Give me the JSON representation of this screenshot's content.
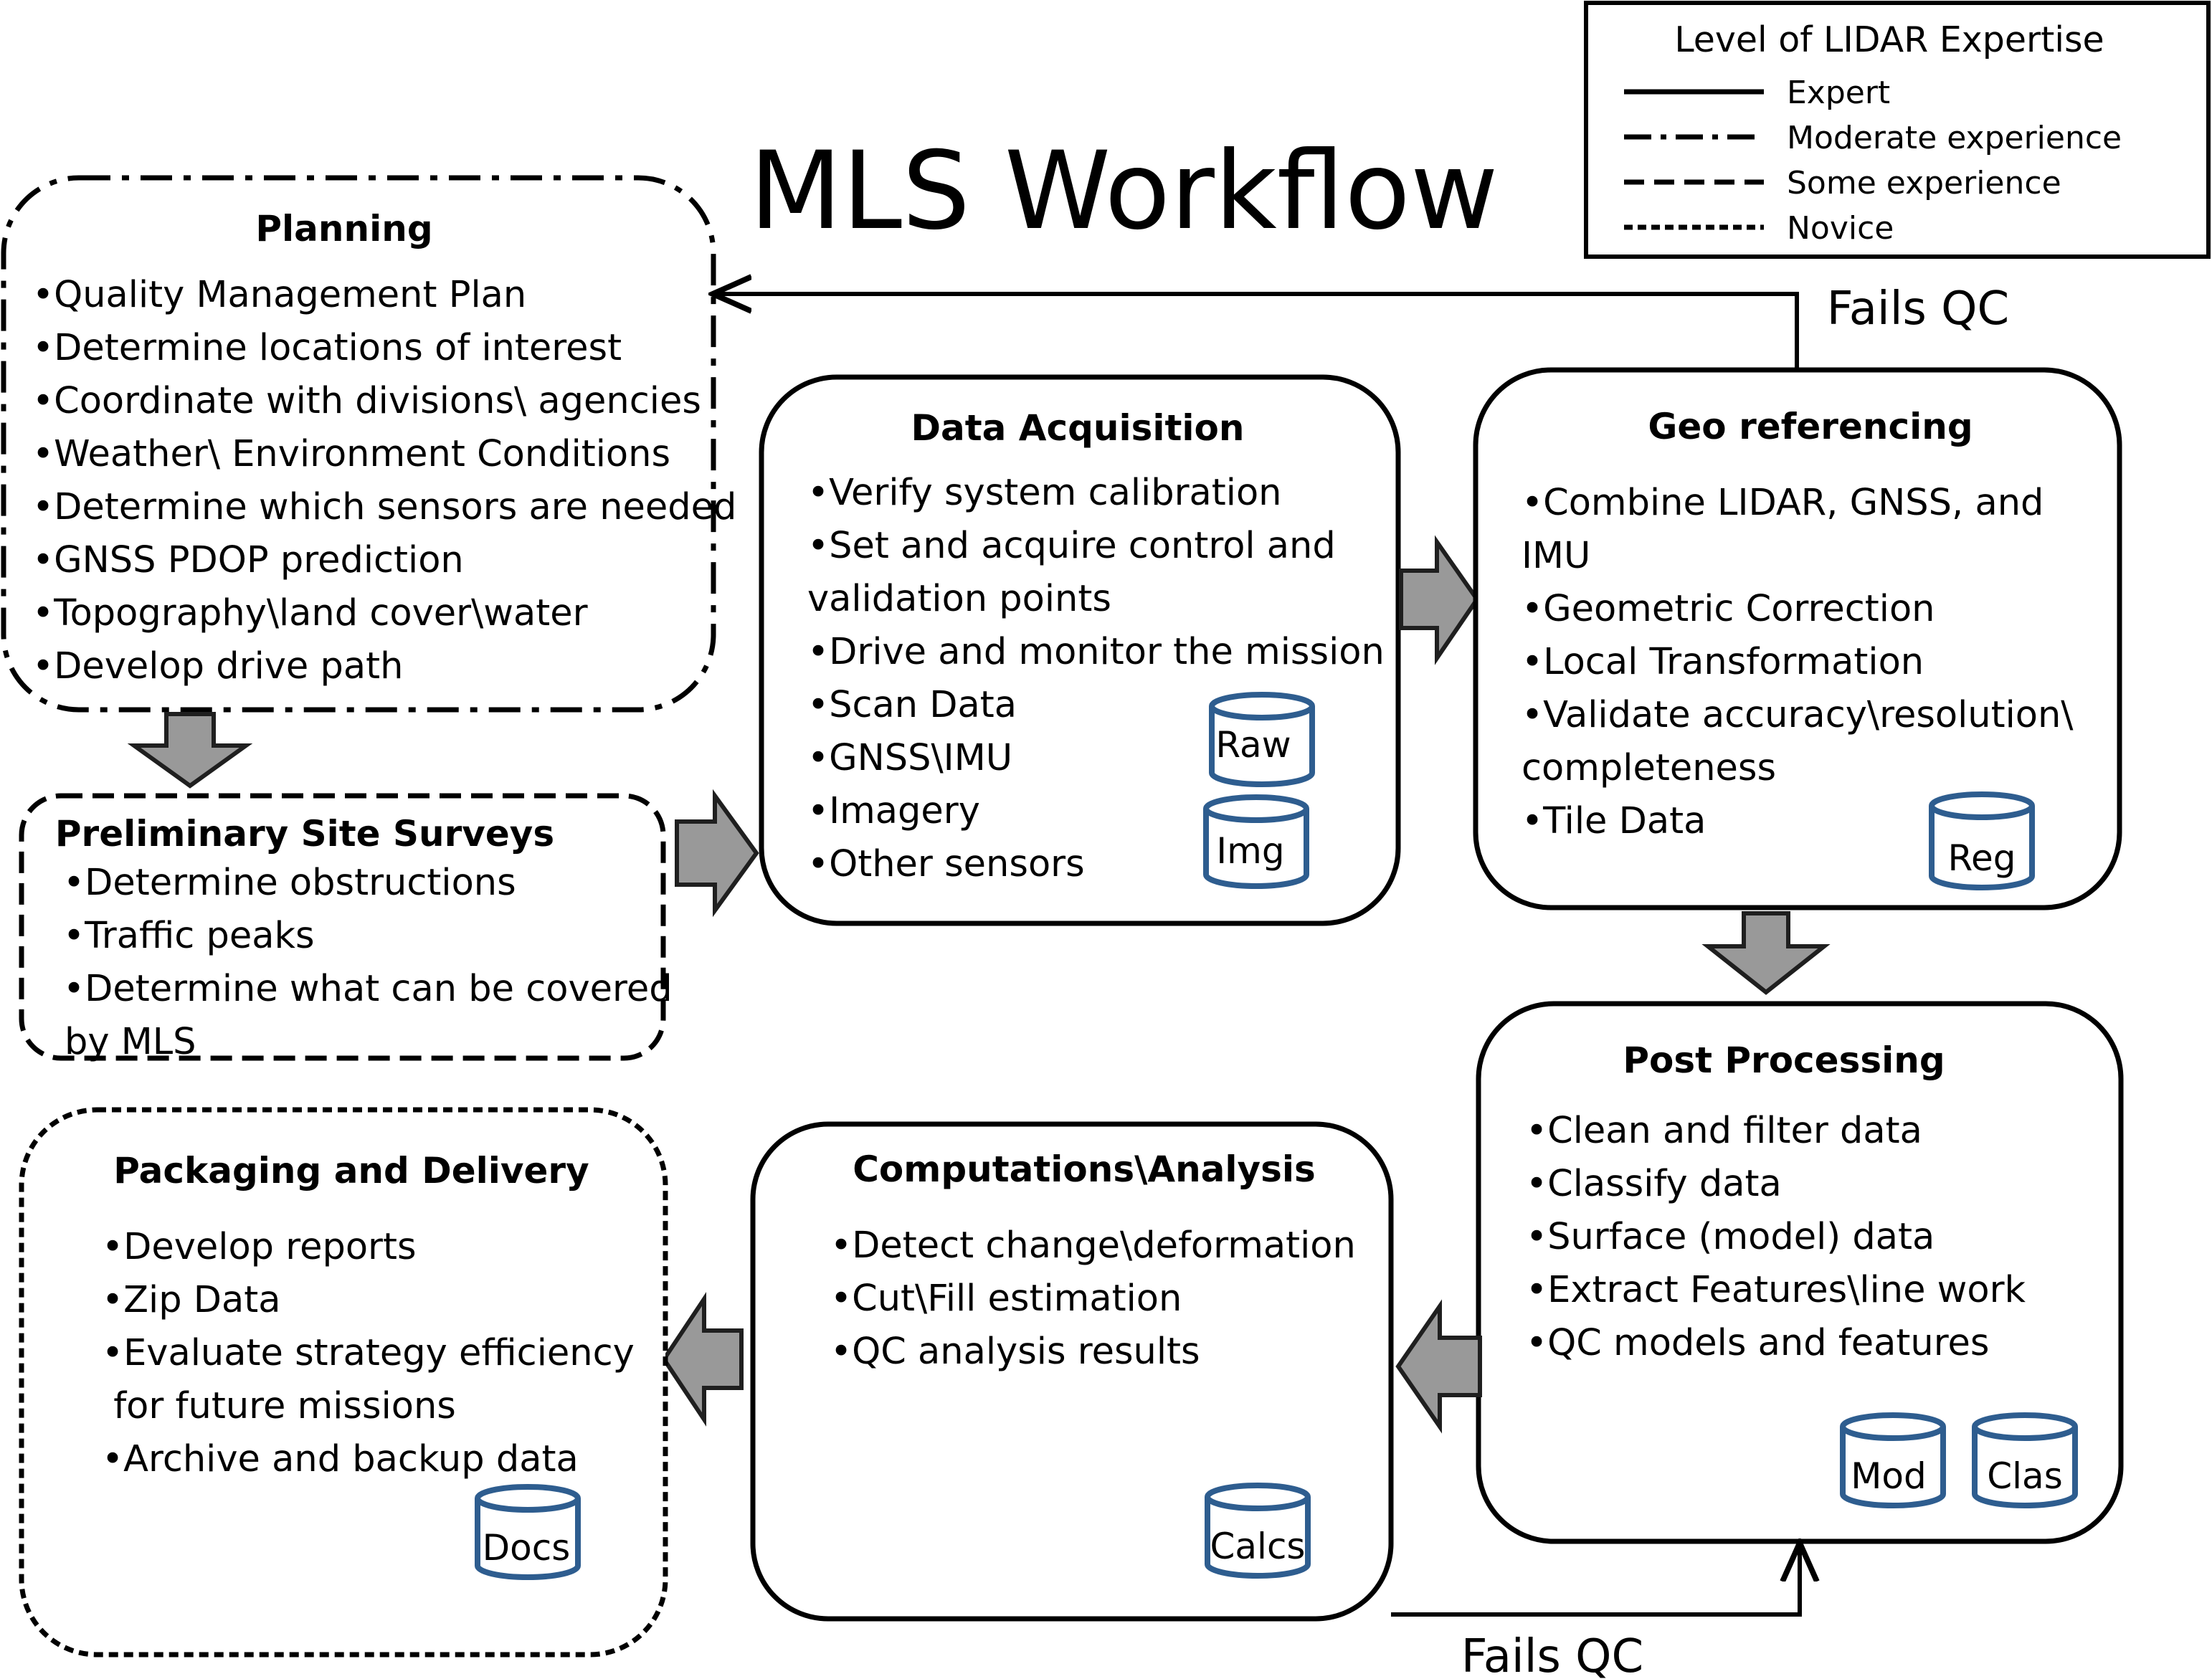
{
  "title": "MLS Workflow",
  "legend": {
    "title": "Level of LIDAR Expertise",
    "items": [
      {
        "label": "Expert",
        "style": "solid"
      },
      {
        "label": "Moderate experience",
        "style": "dash-dot"
      },
      {
        "label": "Some experience",
        "style": "dashed"
      },
      {
        "label": "Novice",
        "style": "short-dashed"
      }
    ]
  },
  "nodes": {
    "planning": {
      "title": "Planning",
      "items": [
        "•Quality Management Plan",
        "•Determine locations of interest",
        "•Coordinate with divisions\\ agencies",
        "•Weather\\ Environment Conditions",
        "•Determine which sensors are needed",
        "•GNSS PDOP prediction",
        "•Topography\\land cover\\water",
        "•Develop drive path"
      ]
    },
    "site_surveys": {
      "title": "Preliminary Site Surveys",
      "items": [
        "•Determine obstructions",
        "•Traffic peaks",
        "•Determine what can be covered",
        "by MLS"
      ]
    },
    "data_acquisition": {
      "title": "Data Acquisition",
      "items": [
        "•Verify system calibration",
        "•Set and acquire control and",
        "validation points",
        "•Drive and monitor the mission",
        "•Scan Data",
        "•GNSS\\IMU",
        "•Imagery",
        "•Other sensors"
      ],
      "stores": [
        "Raw",
        "Img"
      ]
    },
    "geo_referencing": {
      "title": "Geo referencing",
      "items": [
        "•Combine LIDAR, GNSS, and",
        "IMU",
        "•Geometric Correction",
        "•Local Transformation",
        "•Validate accuracy\\resolution\\",
        "completeness",
        "•Tile Data"
      ],
      "stores": [
        "Reg"
      ]
    },
    "post_processing": {
      "title": "Post Processing",
      "items": [
        "•Clean and filter data",
        "•Classify data",
        "•Surface (model) data",
        "•Extract Features\\line work",
        "•QC models and features"
      ],
      "stores": [
        "Mod",
        "Clas"
      ]
    },
    "computations": {
      "title": "Computations\\Analysis",
      "items": [
        "•Detect change\\deformation",
        "•Cut\\Fill estimation",
        "•QC analysis results"
      ],
      "stores": [
        "Calcs"
      ]
    },
    "packaging": {
      "title": "Packaging and Delivery",
      "items": [
        "•Develop reports",
        "•Zip Data",
        "•Evaluate strategy efficiency",
        " for future missions",
        "•Archive and backup data"
      ],
      "stores": [
        "Docs"
      ]
    }
  },
  "feedback": {
    "top": "Fails QC",
    "bottom": "Fails QC"
  }
}
